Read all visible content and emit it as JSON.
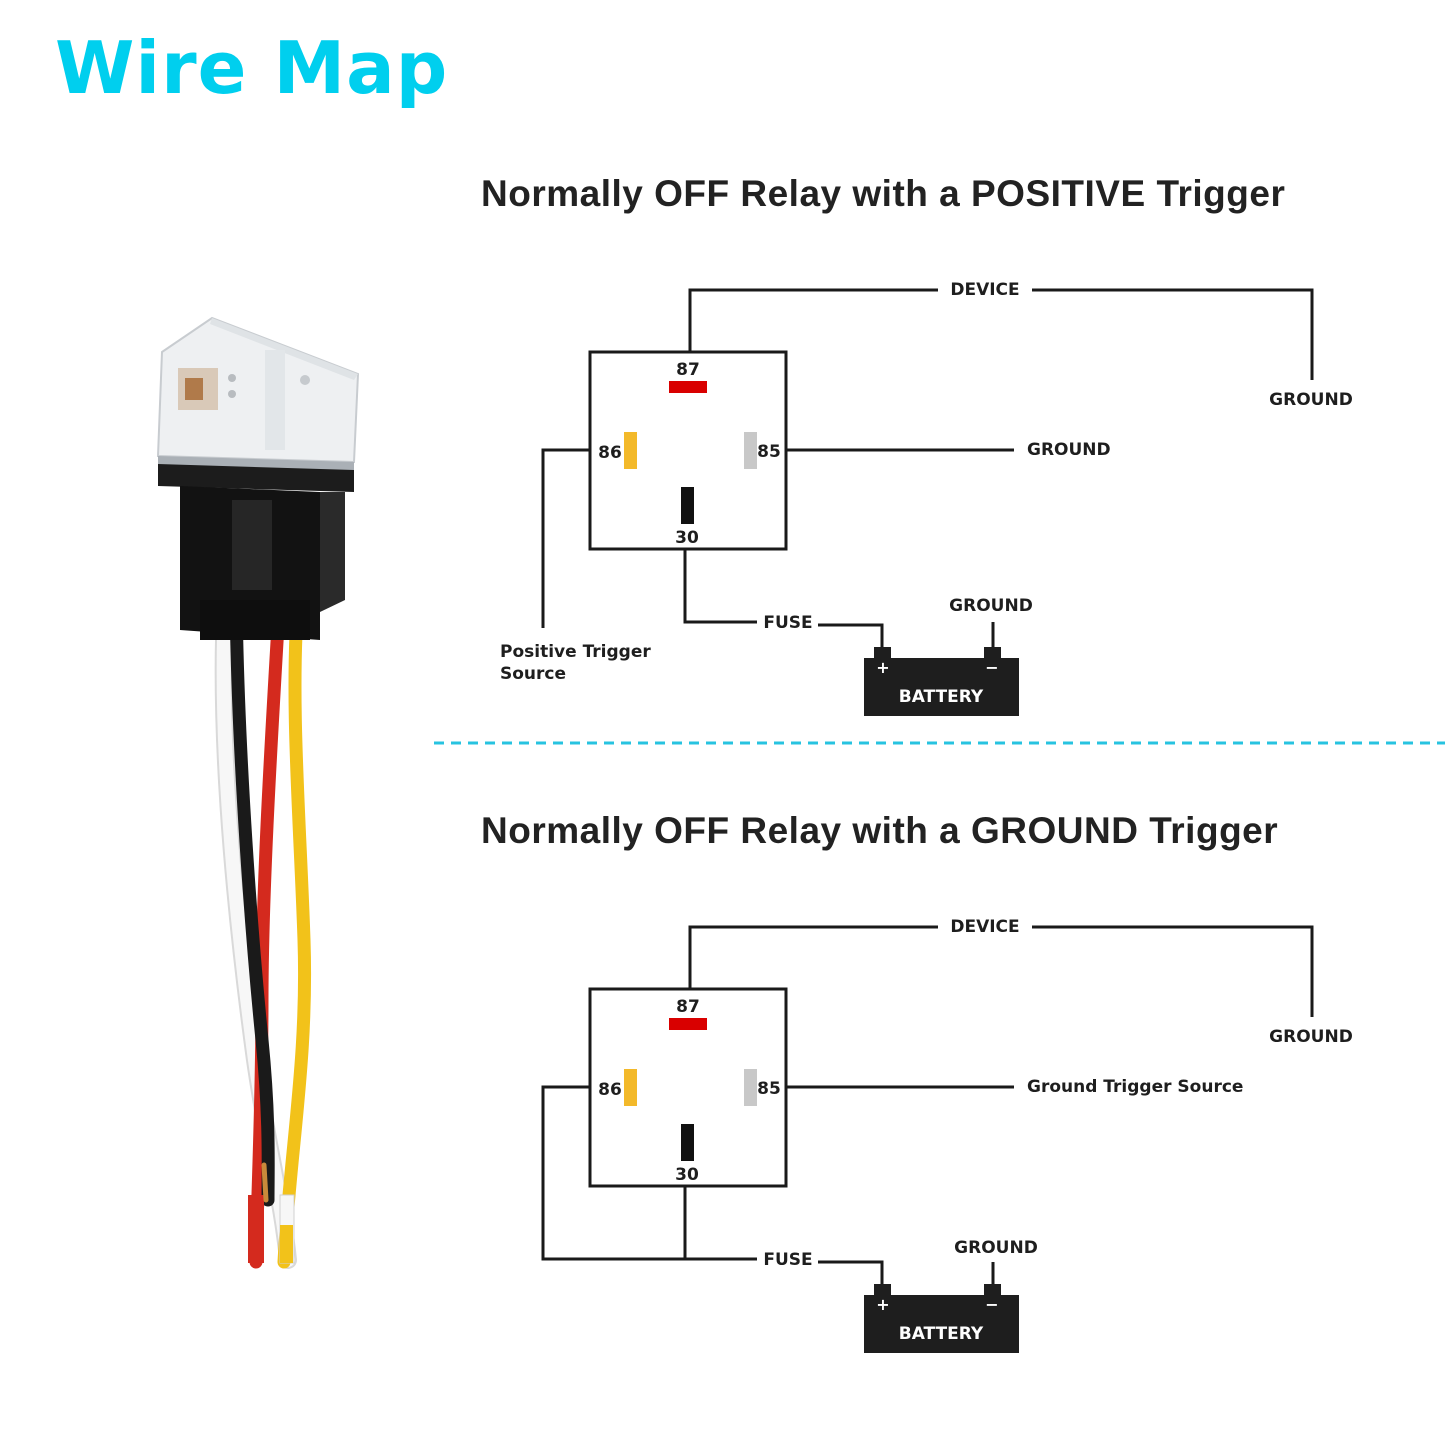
{
  "page": {
    "title": "Wire Map"
  },
  "colors": {
    "title": "#00cfee",
    "divider": "#27c3e0",
    "pin87": "#d90000",
    "pin86": "#f3b92a",
    "pin85": "#c8c8c8",
    "pin30": "#111111",
    "wire_red": "#d42a1e",
    "wire_yellow": "#f2c21a",
    "wire_black": "#1a1a1a",
    "wire_white": "#f4f4f4"
  },
  "diagrams": [
    {
      "title": "Normally OFF Relay with a POSITIVE Trigger",
      "pins": {
        "p87": "87",
        "p86": "86",
        "p85": "85",
        "p30": "30"
      },
      "labels": {
        "device": "DEVICE",
        "device_ground": "GROUND",
        "pin85_connection": "GROUND",
        "trigger_source_line1": "Positive Trigger",
        "trigger_source_line2": "Source",
        "fuse": "FUSE",
        "battery_ground": "GROUND",
        "battery": "BATTERY",
        "plus": "+",
        "minus": "−"
      }
    },
    {
      "title": "Normally OFF Relay with a GROUND Trigger",
      "pins": {
        "p87": "87",
        "p86": "86",
        "p85": "85",
        "p30": "30"
      },
      "labels": {
        "device": "DEVICE",
        "device_ground": "GROUND",
        "pin85_connection": "Ground Trigger Source",
        "fuse": "FUSE",
        "battery_ground": "GROUND",
        "battery": "BATTERY",
        "plus": "+",
        "minus": "−"
      }
    }
  ]
}
